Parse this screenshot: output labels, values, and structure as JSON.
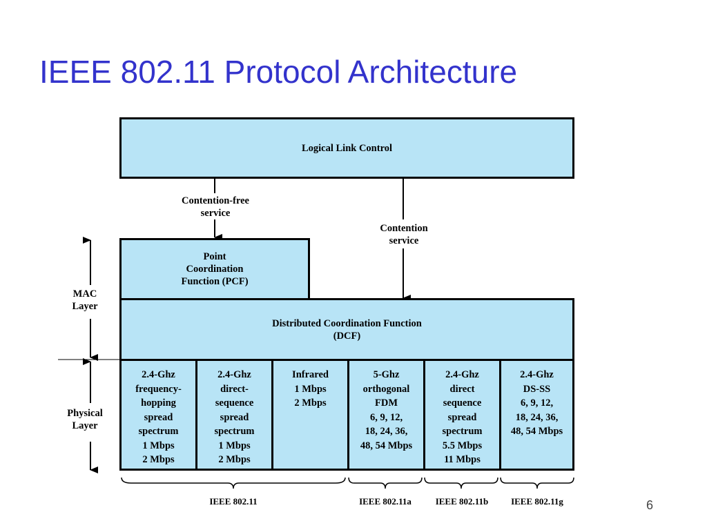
{
  "slide": {
    "title": "IEEE 802.11 Protocol Architecture",
    "page_number": "6"
  },
  "diagram": {
    "llc": "Logical Link Control",
    "contention_free_label": "Contention-free\nservice",
    "contention_label": "Contention\nservice",
    "pcf": "Point\nCoordination\nFunction (PCF)",
    "dcf": "Distributed Coordination Function\n(DCF)",
    "mac_layer": "MAC\nLayer",
    "physical_layer": "Physical\nLayer",
    "physical_cells": [
      "2.4-Ghz\nfrequency-\nhopping\nspread\nspectrum\n1 Mbps\n2 Mbps",
      "2.4-Ghz\ndirect-\nsequence\nspread\nspectrum\n1 Mbps\n2 Mbps",
      "Infrared\n1 Mbps\n2 Mbps",
      "5-Ghz\northogonal\nFDM\n6, 9, 12,\n18, 24, 36,\n48, 54 Mbps",
      "2.4-Ghz\ndirect\nsequence\nspread\nspectrum\n5.5 Mbps\n11 Mbps",
      "2.4-Ghz\nDS-SS\n6, 9, 12,\n18, 24, 36,\n48, 54 Mbps"
    ],
    "standards": [
      "IEEE 802.11",
      "IEEE 802.11a",
      "IEEE 802.11b",
      "IEEE 802.11g"
    ]
  }
}
